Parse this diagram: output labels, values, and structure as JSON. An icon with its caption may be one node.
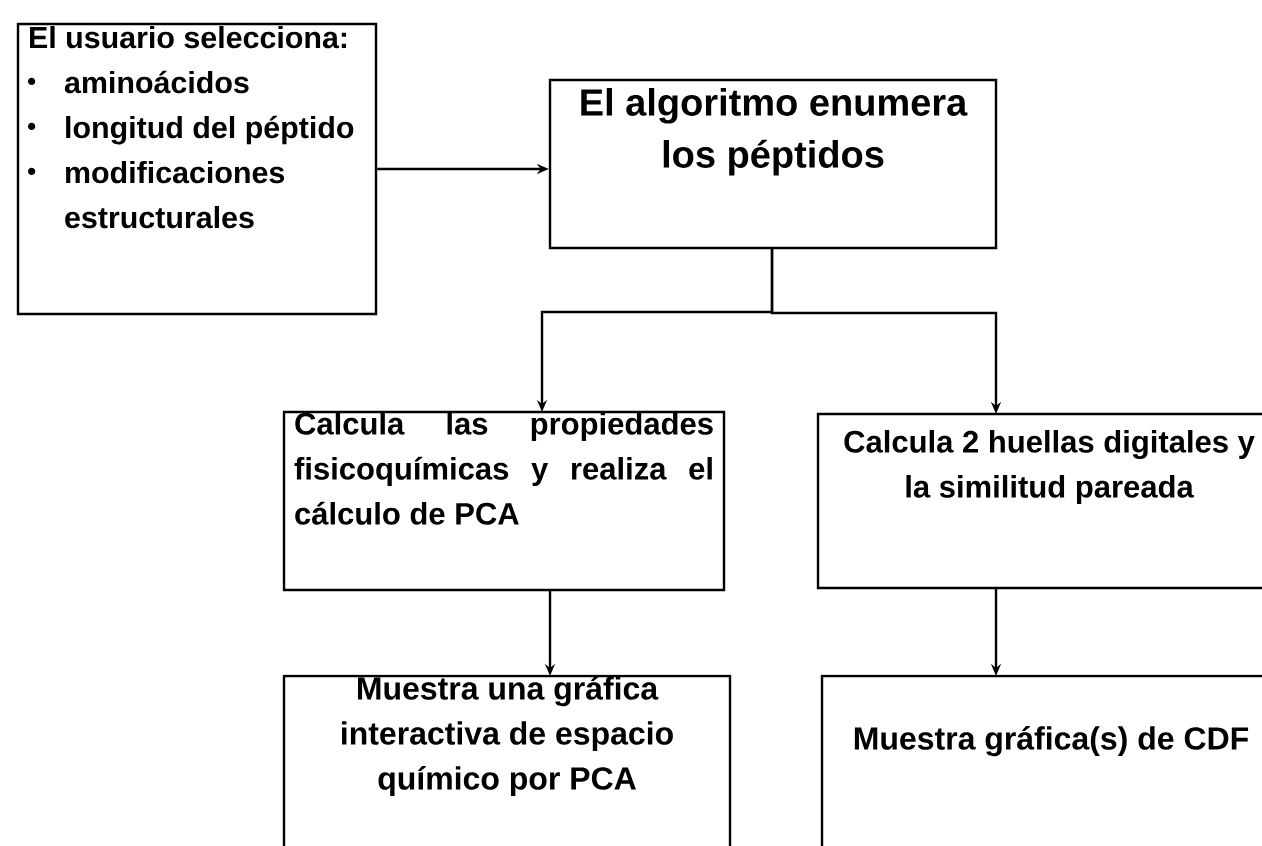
{
  "diagram": {
    "nodes": [
      {
        "text": [
          "El usuario selecciona:",
          "aminoácidos",
          "longitud del péptido",
          "modificaciones estructurales"
        ]
      },
      {
        "text": [
          "El algoritmo enumera los péptidos"
        ]
      },
      {
        "text": [
          "Calcula las propiedades fisicoquímicas y realiza el cálculo de PCA"
        ]
      },
      {
        "text": [
          "Calcula 2 huellas digitales y la similitud pareada"
        ]
      },
      {
        "text": [
          "Muestra una gráfica interactiva de espacio químico por PCA"
        ]
      },
      {
        "text": [
          "Muestra gráfica(s) de CDF"
        ]
      }
    ],
    "edges": [
      {
        "from": 0,
        "to": 1,
        "arrow": "to"
      },
      {
        "from": 1,
        "to": 2,
        "arrow": "to"
      },
      {
        "from": 1,
        "to": 3,
        "arrow": "to"
      },
      {
        "from": 2,
        "to": 4,
        "arrow": "to"
      },
      {
        "from": 3,
        "to": 5,
        "arrow": "to"
      }
    ]
  }
}
